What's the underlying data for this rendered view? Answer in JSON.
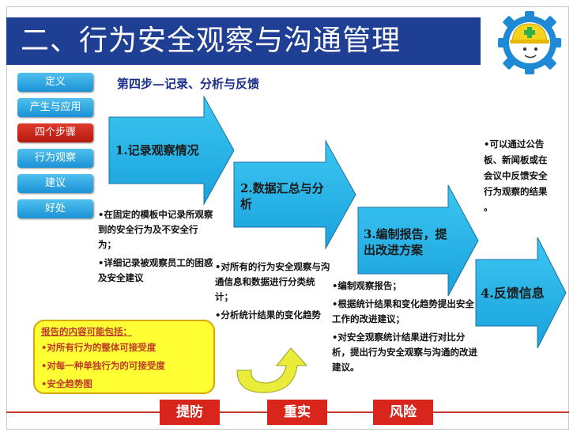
{
  "header": {
    "title": "二、行为安全观察与沟通管理"
  },
  "sidebar": {
    "items": [
      {
        "label": "定义"
      },
      {
        "label": "产生与应用"
      },
      {
        "label": "四个步骤"
      },
      {
        "label": "行为观察"
      },
      {
        "label": "建议"
      },
      {
        "label": "好处"
      }
    ]
  },
  "step_title": "第四步—记录、分析与反馈",
  "arrows": [
    {
      "label": "1.记录观察情况"
    },
    {
      "label": "2.数据汇总与分析"
    },
    {
      "label": "3.编制报告，提出改进方案"
    },
    {
      "label": "4.反馈信息"
    }
  ],
  "notes": {
    "n1": [
      "•在固定的模板中记录所观察到的安全行为及不安全行为；",
      "•详细记录被观察员工的困惑及安全建议"
    ],
    "n2": [
      "•对所有的行为安全观察与沟通信息和数据进行分类统计；",
      "•分析统计结果的变化趋势"
    ],
    "n3": [
      "•编制观察报告；",
      "•根据统计结果和变化趋势提出安全工作的改进建议；",
      "•对安全观察统计结果进行对比分析，提出行为安全观察与沟通的改进建议。"
    ],
    "n4": [
      "•可以通过公告板、新闻板或在会议中反馈安全行为观察的结果 。"
    ]
  },
  "report": {
    "title": "报告的内容可能包括：",
    "items": [
      "•对所有行为的整体可接受度",
      "•对每一种单独行为的可接受度",
      "•安全趋势图"
    ]
  },
  "tags": [
    "提防",
    "重实",
    "风险"
  ],
  "colors": {
    "header_bg": "#1f3f95",
    "arrow_fill": "#29b6e8",
    "active_item": "#c8281c",
    "tag_bg": "#d9261c"
  }
}
